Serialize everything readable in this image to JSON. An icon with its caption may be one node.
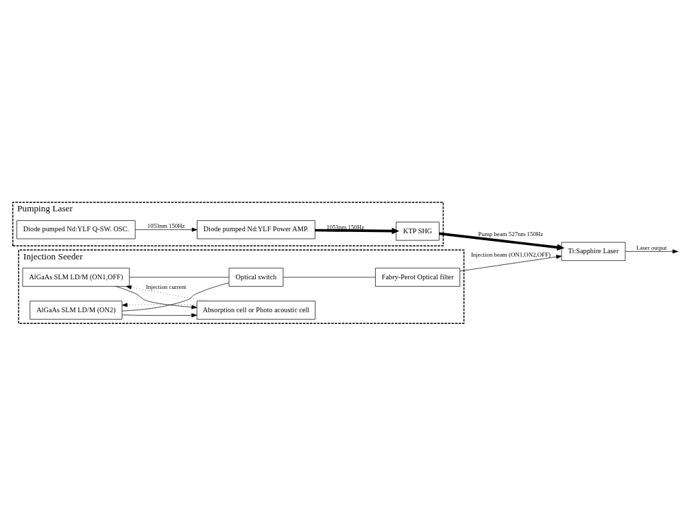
{
  "diagram": {
    "nodes": [
      {
        "text": [
          "Pumping Laser"
        ]
      },
      {
        "text": [
          "Diode pumped Nd:YLF Q-SW. OSC."
        ],
        "in": 0
      },
      {
        "text": [
          "Diode pumped Nd:YLF Power AMP."
        ],
        "in": 0
      },
      {
        "text": [
          "KTP SHG"
        ],
        "in": 0
      },
      {
        "text": [
          "Ti:Sapphire Laser"
        ]
      },
      {
        "text": [
          "Injection Seeder"
        ]
      },
      {
        "text": [
          "Absorption cell or Photo acoustic cell"
        ],
        "in": 5
      },
      {
        "text": [
          "AlGaAs SLM LD/M (ON1,OFF)"
        ],
        "in": 5
      },
      {
        "text": [
          "AlGaAs SLM LD/M (ON2)"
        ],
        "in": 5
      },
      {
        "text": [
          "Optical switch"
        ],
        "in": 5
      },
      {
        "text": [
          "Fabry-Perot Optical filter"
        ],
        "in": 5
      }
    ],
    "edges": [
      {
        "from": 1,
        "to": 2,
        "arrow": "to",
        "label": "1053nm 150Hz"
      },
      {
        "from": 2,
        "to": 3,
        "arrow": "to",
        "label": "1053nm 150Hz",
        "style": "thick"
      },
      {
        "from": 3,
        "to": 4,
        "arrow": "to",
        "label": "Pump beam 527nm 150Hz",
        "style": "thick"
      },
      {
        "from": 4,
        "to": null,
        "arrow": "to",
        "label": "Laser output"
      },
      {
        "from": 6,
        "to": 7,
        "arrow": "to",
        "label": "Injection current",
        "style": "dashed"
      },
      {
        "from": 6,
        "to": 8,
        "arrow": "to",
        "style": "dashed"
      },
      {
        "from": 7,
        "to": 6,
        "arrow": "to"
      },
      {
        "from": 8,
        "to": 6,
        "arrow": "to"
      },
      {
        "from": 7,
        "to": 9,
        "arrow": "none"
      },
      {
        "from": 8,
        "to": 9,
        "arrow": "none"
      },
      {
        "from": 9,
        "to": 10,
        "arrow": "none"
      },
      {
        "from": 10,
        "to": 4,
        "arrow": "to",
        "label": "Injection beam (ON1,ON2,OFF)"
      }
    ]
  }
}
